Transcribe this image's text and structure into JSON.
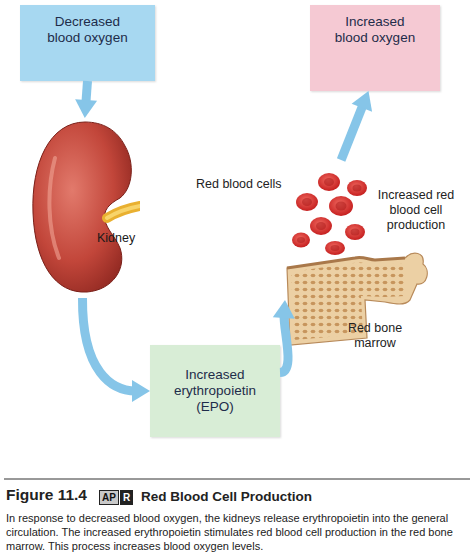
{
  "diagram": {
    "title": "Red Blood Cell Production",
    "caption": "In response to decreased blood oxygen, the kidneys release erythropoietin into the general circulation. The increased erythropoietin stimulates red blood cell production in the red bone marrow. This process increases blood oxygen levels.",
    "nodes": [
      {
        "text": [
          "Decreased blood oxygen"
        ]
      },
      {
        "text": [
          "Increased blood oxygen"
        ]
      },
      {
        "text": [
          "Kidney"
        ]
      },
      {
        "text": [
          "Red bone marrow"
        ]
      },
      {
        "text": [
          "Increased erythropoietin (EPO)"
        ]
      }
    ],
    "edges": [
      {
        "from": 0,
        "to": 2,
        "arrow": "to"
      },
      {
        "from": 2,
        "to": 4,
        "arrow": "to"
      },
      {
        "from": 4,
        "to": 3,
        "arrow": "to"
      },
      {
        "from": 3,
        "to": 1,
        "arrow": "to"
      }
    ],
    "labels": [
      "Red blood cells",
      "Increased red blood cell production",
      "Figure 11.4",
      "AP",
      "R"
    ]
  }
}
